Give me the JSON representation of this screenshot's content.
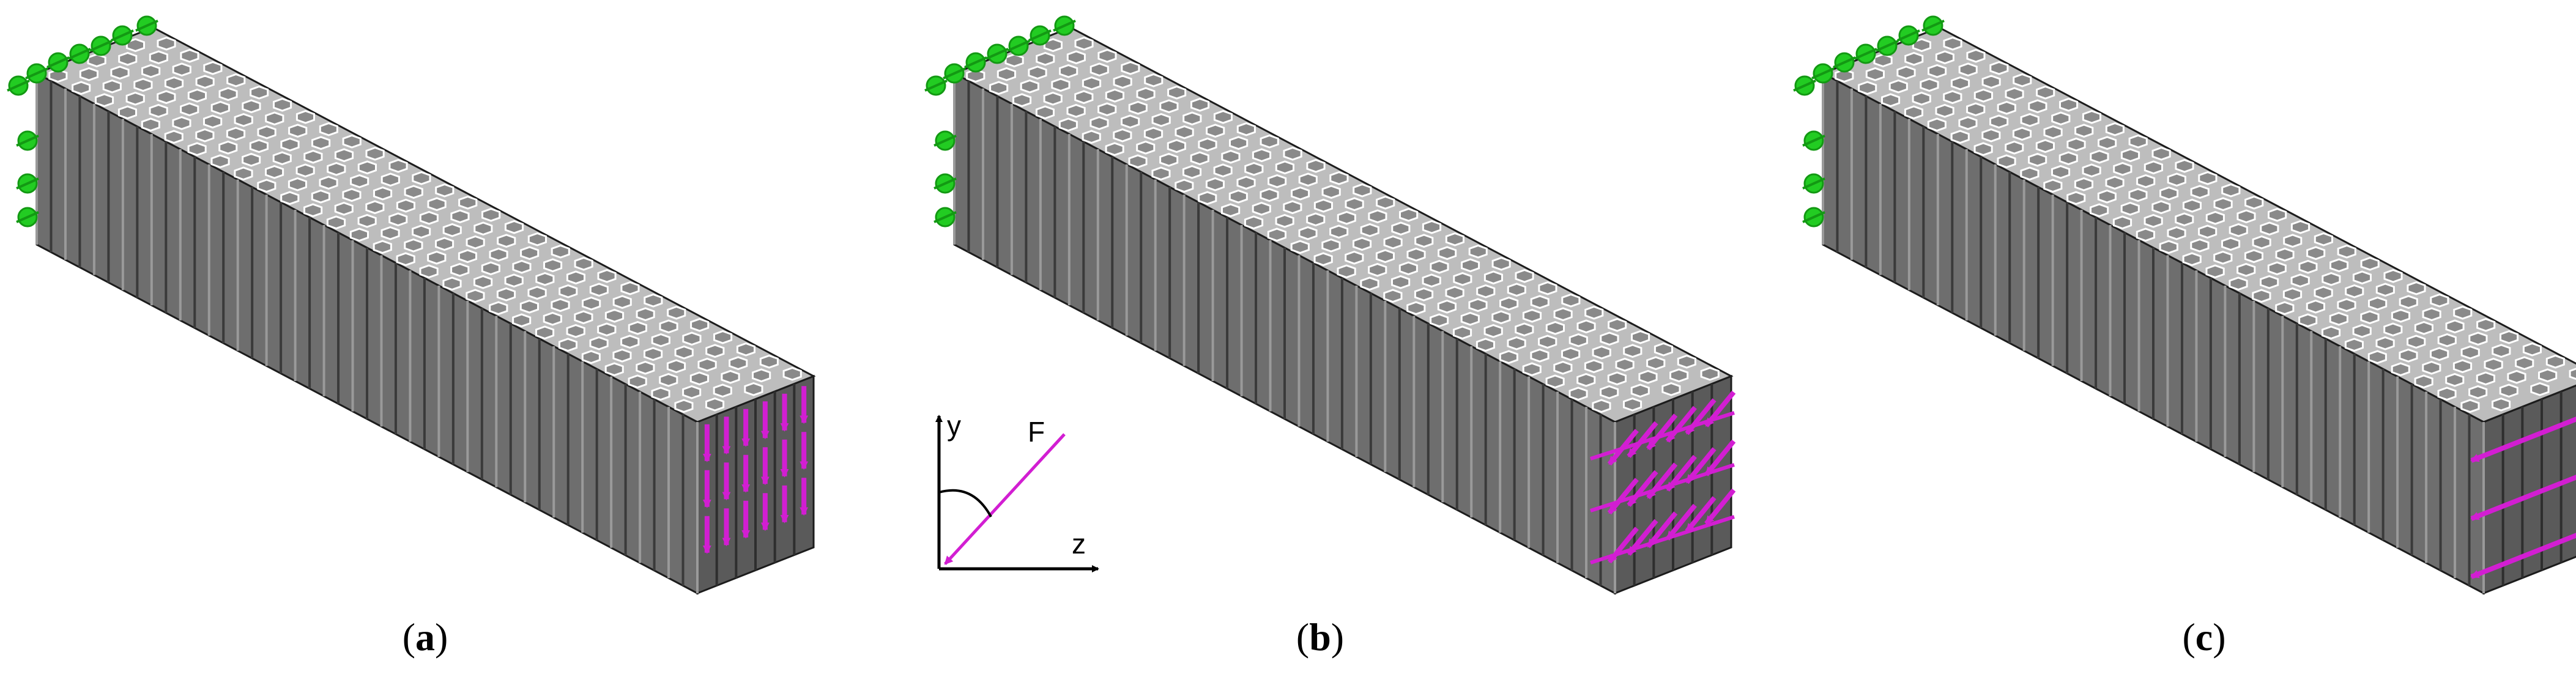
{
  "panels": [
    {
      "label": "a",
      "load": "vertical"
    },
    {
      "label": "b",
      "load": "oblique"
    },
    {
      "label": "c",
      "load": "horizontal"
    }
  ],
  "coordinate_system": {
    "y_label": "y",
    "z_label": "z",
    "force_label": "F"
  },
  "colors": {
    "structure_side": "#6e6e6e",
    "structure_top": "#bdbdbd",
    "cell_fill": "#8a8a8a",
    "edge": "#1c1c1c",
    "support": "#22cc22",
    "load": "#d21ed2"
  }
}
